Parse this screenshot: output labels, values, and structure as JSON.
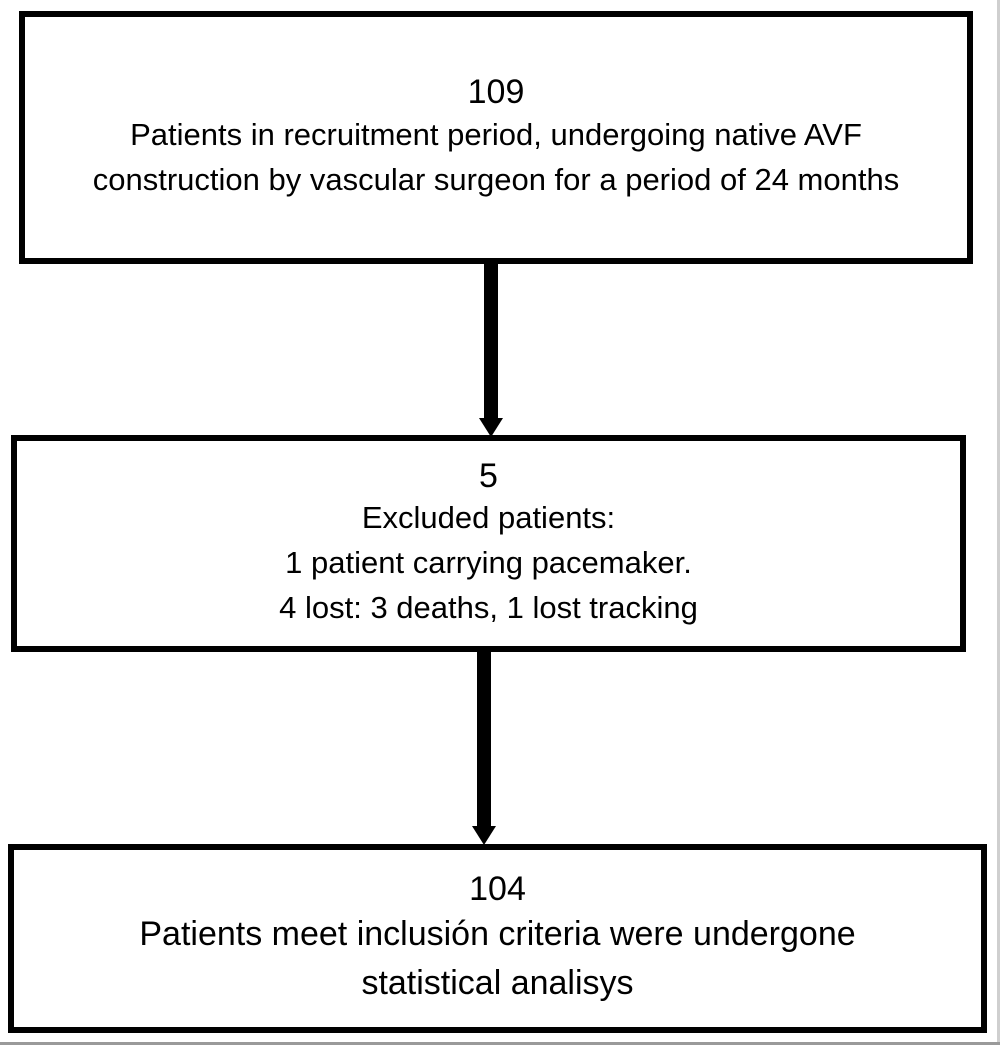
{
  "steps": [
    {
      "count": "109",
      "lines": [
        "Patients in recruitment period, undergoing native AVF",
        "construction by vascular surgeon for a period of 24 months"
      ]
    },
    {
      "count": "5",
      "lines": [
        "Excluded patients:",
        "1 patient carrying pacemaker.",
        "4 lost: 3 deaths, 1 lost tracking"
      ]
    },
    {
      "count": "104",
      "lines": [
        "Patients meet inclusión criteria were undergone",
        "statistical analisys"
      ]
    }
  ]
}
